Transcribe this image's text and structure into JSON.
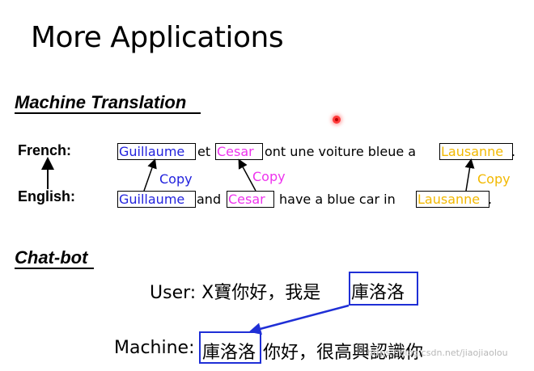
{
  "slide": {
    "title": "More Applications",
    "section_translation": "Machine Translation",
    "section_chatbot": "Chat-bot"
  },
  "translation": {
    "french_label": "French:",
    "english_label": "English:",
    "french": {
      "w1": "Guillaume",
      "t1": "et",
      "w2": "Cesar",
      "t2": "ont une voiture bleue a",
      "w3": "Lausanne",
      "t3": "."
    },
    "english": {
      "w1": "Guillaume",
      "t1": "and",
      "w2": "Cesar",
      "t2": "have a blue car in",
      "w3": "Lausanne",
      "t3": "."
    },
    "copy_label": "Copy",
    "colors": {
      "blue": "#2222dd",
      "magenta": "#ee33ee",
      "gold": "#f2b800"
    }
  },
  "chatbot": {
    "user_prefix": "User:  X寶你好，我是",
    "user_name": "庫洛洛",
    "machine_prefix": "Machine:",
    "machine_name": "庫洛洛",
    "machine_suffix": "你好，很高興認識你",
    "box_color": "#1f2fd6"
  },
  "watermark": "https://blog.csdn.net/jiaojiaolou"
}
